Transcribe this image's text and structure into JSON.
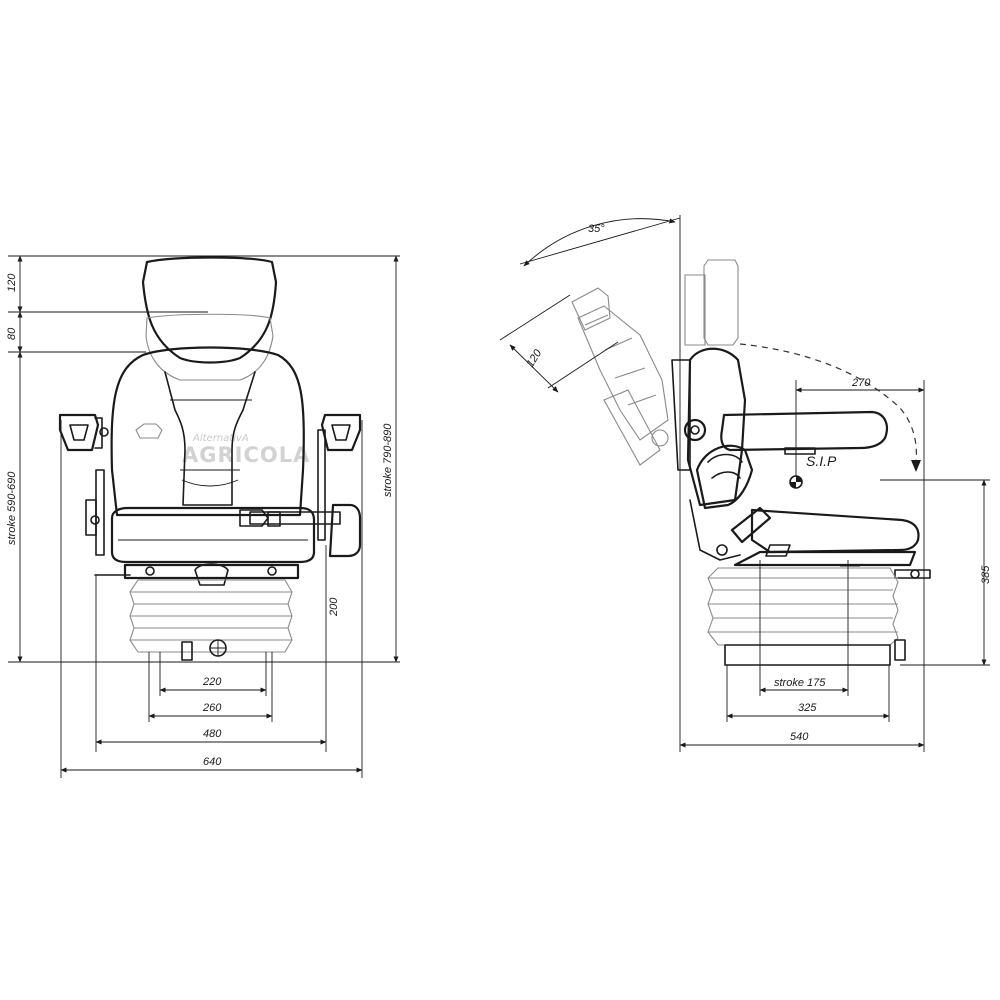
{
  "front_view": {
    "dimensions": {
      "headrest_top": "120",
      "headrest_step": "80",
      "stroke_height": "stroke 590-690",
      "stroke_total": "stroke 790-890",
      "base_220": "220",
      "base_260": "260",
      "width_480": "480",
      "width_640": "640",
      "bellows_side": "200"
    },
    "watermark": {
      "line1": "AlternativA",
      "line2": "AGRICOLA"
    }
  },
  "side_view": {
    "dimensions": {
      "angle": "35°",
      "headrest": "120",
      "sip_offset": "270",
      "sip_height": "385",
      "stroke": "stroke 175",
      "rail": "325",
      "depth": "540"
    },
    "sip_label": "S.I.P"
  },
  "colors": {
    "line": "#1a1a1a",
    "ghost": "#8a8a8a",
    "watermark": "#cccccc"
  }
}
